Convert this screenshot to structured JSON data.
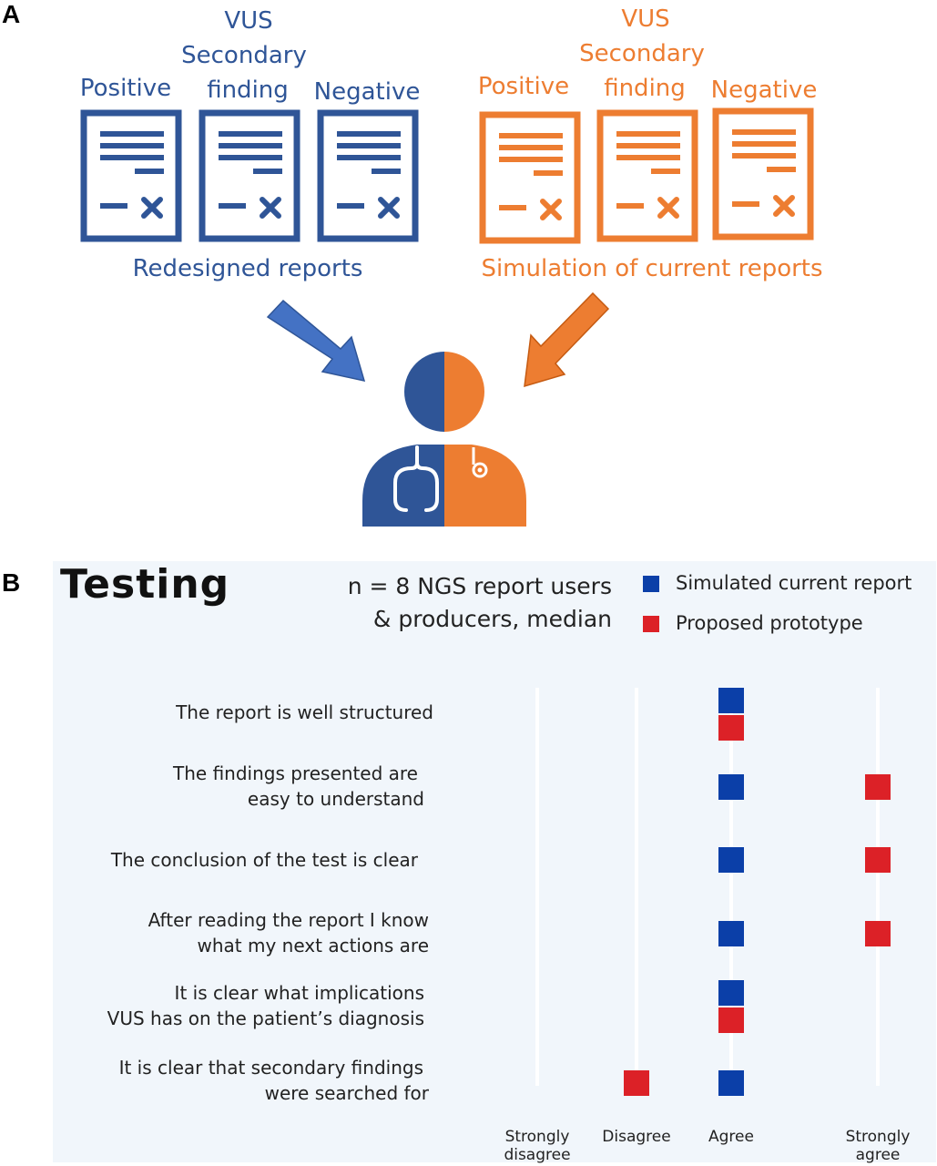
{
  "panel_a": {
    "letter": "A",
    "blue_labels": {
      "positive": "Positive",
      "vus": "VUS",
      "secondary": "Secondary",
      "finding": "finding",
      "negative": "Negative"
    },
    "orange_labels": {
      "positive": "Positive",
      "vus": "VUS",
      "secondary": "Secondary",
      "finding": "finding",
      "negative": "Negative"
    },
    "blue_caption": "Redesigned reports",
    "orange_caption": "Simulation of current reports",
    "colors": {
      "blue": "#2f5597",
      "orange": "#ed7d31",
      "arrow_blue": "#4472c4"
    }
  },
  "panel_b": {
    "letter": "B",
    "title": "Testing",
    "info_line1": "n = 8 NGS report users",
    "info_line2": "& producers, median",
    "legend": [
      {
        "label": "Simulated current report",
        "color": "#0b3fa8"
      },
      {
        "label": "Proposed prototype",
        "color": "#dc2127"
      }
    ]
  },
  "chart_data": {
    "type": "scatter",
    "scale": [
      "Strongly disagree",
      "Disagree",
      "Agree",
      "Strongly agree"
    ],
    "tick_labels": [
      {
        "line1": "Strongly",
        "line2": "disagree"
      },
      {
        "line1": "Disagree",
        "line2": ""
      },
      {
        "line1": "Agree",
        "line2": ""
      },
      {
        "line1": "Strongly",
        "line2": "agree"
      }
    ],
    "questions": [
      {
        "line1": "The report is well structured",
        "line2": ""
      },
      {
        "line1": "The findings presented are",
        "line2": "easy to understand"
      },
      {
        "line1": "The conclusion of the test is clear",
        "line2": ""
      },
      {
        "line1": "After reading the report I know",
        "line2": "what my next actions are"
      },
      {
        "line1": "It is clear what implications",
        "line2": "VUS has on the patient’s diagnosis"
      },
      {
        "line1": "It is clear that secondary findings",
        "line2": "were searched for"
      }
    ],
    "series": [
      {
        "name": "Simulated current report",
        "color": "#0b3fa8",
        "values": [
          "Agree",
          "Agree",
          "Agree",
          "Agree",
          "Agree",
          "Agree"
        ]
      },
      {
        "name": "Proposed prototype",
        "color": "#dc2127",
        "values": [
          "Agree",
          "Strongly agree",
          "Strongly agree",
          "Strongly agree",
          "Agree",
          "Disagree"
        ]
      }
    ]
  }
}
